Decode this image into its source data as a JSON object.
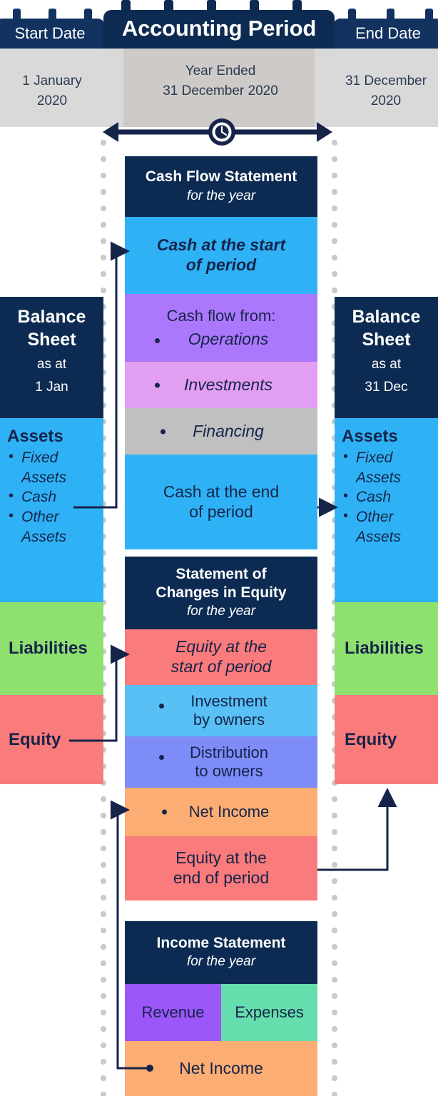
{
  "header": {
    "start_tab": "Start Date",
    "main_tab": "Accounting Period",
    "end_tab": "End Date",
    "start_date_line1": "1 January",
    "start_date_line2": "2020",
    "period_line1": "Year Ended",
    "period_line2": "31 December 2020",
    "end_date_line1": "31 December",
    "end_date_line2": "2020",
    "clock_icon": "clock-icon"
  },
  "balance_sheet_left": {
    "title_line1": "Balance",
    "title_line2": "Sheet",
    "sub_line1": "as at",
    "sub_line2": "1 Jan",
    "assets_heading": "Assets",
    "assets_items": [
      "Fixed Assets",
      "Cash",
      "Other Assets"
    ],
    "liabilities": "Liabilities",
    "equity": "Equity"
  },
  "balance_sheet_right": {
    "title_line1": "Balance",
    "title_line2": "Sheet",
    "sub_line1": "as at",
    "sub_line2": "31 Dec",
    "assets_heading": "Assets",
    "assets_items": [
      "Fixed Assets",
      "Cash",
      "Other Assets"
    ],
    "liabilities": "Liabilities",
    "equity": "Equity"
  },
  "cash_flow_statement": {
    "name": "Cash Flow Statement",
    "period": "for the year",
    "start_line1": "Cash at the start",
    "start_line2": "of period",
    "flow_heading": "Cash flow from:",
    "operations": "Operations",
    "investments": "Investments",
    "financing": "Financing",
    "end_line1": "Cash at the end",
    "end_line2": "of period"
  },
  "changes_in_equity": {
    "name_line1": "Statement of",
    "name_line2": "Changes in Equity",
    "period": "for the year",
    "start_line1": "Equity at the",
    "start_line2": "start of period",
    "investment_line1": "Investment",
    "investment_line2": "by owners",
    "distribution_line1": "Distribution",
    "distribution_line2": "to owners",
    "net_income": "Net Income",
    "end_line1": "Equity at the",
    "end_line2": "end of period"
  },
  "income_statement": {
    "name": "Income Statement",
    "period": "for the year",
    "revenue": "Revenue",
    "expenses": "Expenses",
    "net_income": "Net Income"
  },
  "colors": {
    "navy": "#0d2b52",
    "cyan": "#2eb2f5",
    "purple": "#ab78fb",
    "pink": "#e29ef0",
    "grey": "#c0c0c0",
    "green": "#8ee06f",
    "salmon": "#fa7b7b",
    "light_blue": "#58c0f5",
    "indigo": "#7e8cf8",
    "orange": "#fbad73",
    "violet": "#9b57f7",
    "mint": "#66ddac",
    "band": "#d9d9d9"
  }
}
